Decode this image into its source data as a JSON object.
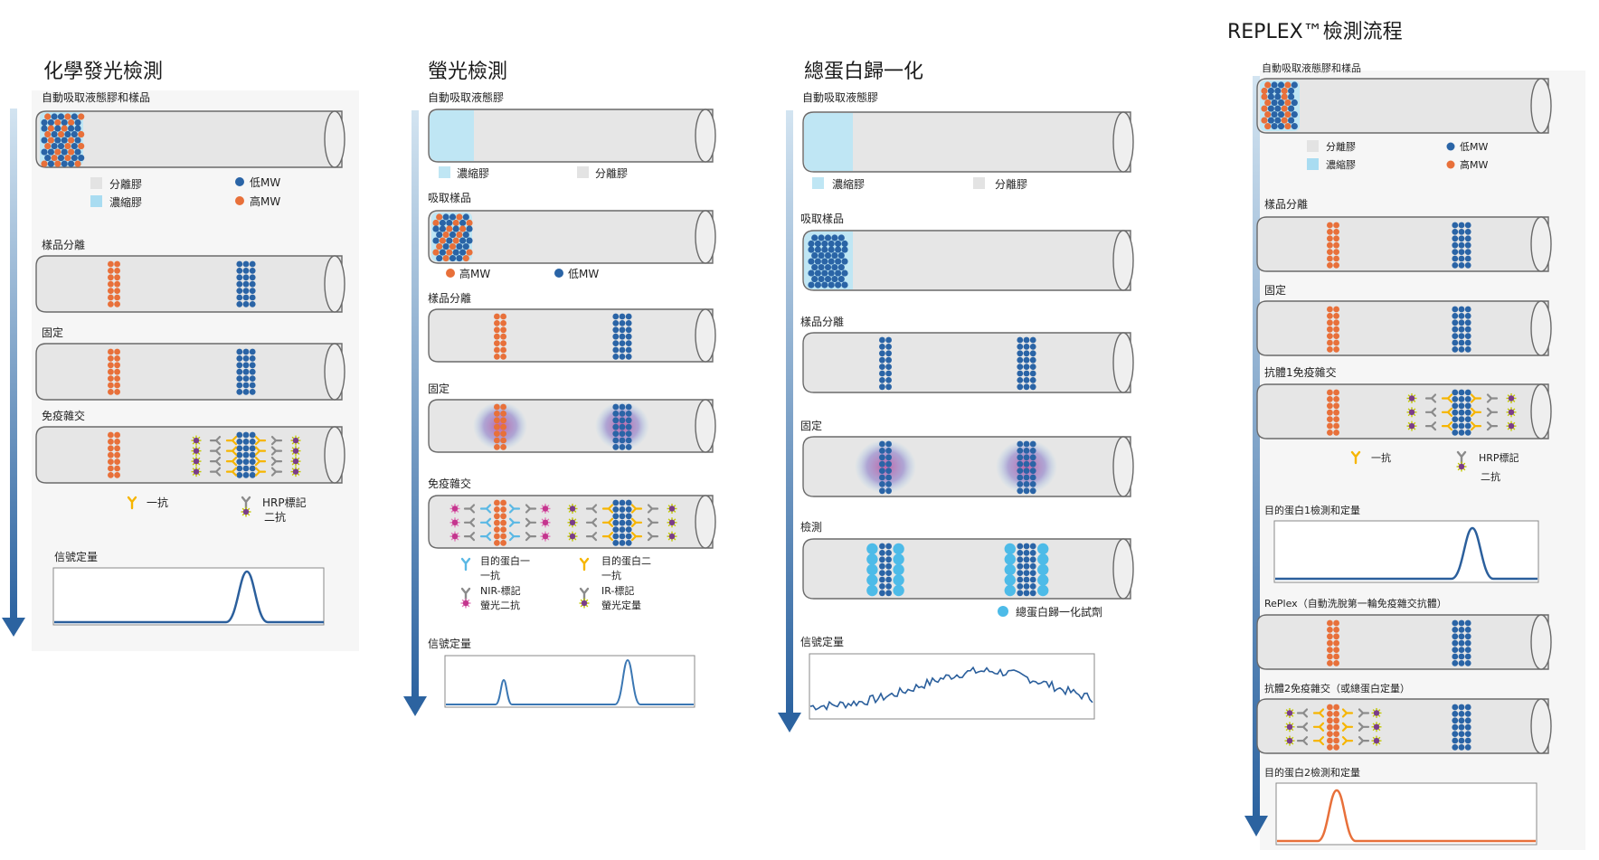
{
  "columns": [
    {
      "title": "化學發光檢測",
      "intake_label": "自動吸取液態膠和樣品",
      "legend_separation_gel": "分離膠",
      "legend_stacking_gel": "濃縮膠",
      "legend_low_mw": "低MW",
      "legend_high_mw": "高MW",
      "step_separation": "樣品分離",
      "step_immobilize": "固定",
      "step_immuno": "免疫雜交",
      "legend_primary": "一抗",
      "legend_hrp_1": "HRP標記",
      "legend_hrp_2": "二抗",
      "step_signal": "信號定量"
    },
    {
      "title": "螢光檢測",
      "intake_label": "自動吸取液態膠",
      "legend_stacking_gel": "濃縮膠",
      "legend_separation_gel": "分離膠",
      "step_sample": "吸取樣品",
      "legend_high_mw": "高MW",
      "legend_low_mw": "低MW",
      "step_separation": "樣品分離",
      "step_immobilize": "固定",
      "step_immuno": "免疫雜交",
      "legend_target1_a": "目的蛋白一",
      "legend_target1_b": "一抗",
      "legend_target2_a": "目的蛋白二",
      "legend_target2_b": "一抗",
      "legend_nir_a": "NIR-標記",
      "legend_nir_b": "螢光二抗",
      "legend_ir_a": "IR-標記",
      "legend_ir_b": "螢光定量",
      "step_signal": "信號定量"
    },
    {
      "title": "總蛋白歸一化",
      "intake_label": "自動吸取液態膠",
      "legend_stacking_gel": "濃縮膠",
      "legend_separation_gel": "分離膠",
      "step_sample": "吸取樣品",
      "step_separation": "樣品分離",
      "step_immobilize": "固定",
      "step_detect": "檢測",
      "legend_reagent": "總蛋白歸一化試劑",
      "step_signal": "信號定量"
    },
    {
      "title": "REPLEX™檢測流程",
      "intake_label": "自動吸取液態膠和樣品",
      "legend_separation_gel": "分離膠",
      "legend_low_mw": "低MW",
      "legend_stacking_gel": "濃縮膠",
      "legend_high_mw": "高MW",
      "step_separation": "樣品分離",
      "step_immobilize": "固定",
      "step_ab1": "抗體1免疫雜交",
      "legend_primary": "一抗",
      "legend_hrp_1": "HRP標記",
      "legend_hrp_2": "二抗",
      "step_target1": "目的蛋白1檢測和定量",
      "step_replex": "RePlex（自動洗脫第一輪免疫雜交抗體）",
      "step_ab2": "抗體2免疫雜交（或總蛋白定量）",
      "step_target2": "目的蛋白2檢測和定量"
    }
  ],
  "colors": {
    "orange": "#e8703a",
    "blue": "#2a64a6",
    "cyan": "#4dbbe8",
    "light_cyan": "#bfe6f4",
    "tube": "#e6e6e6",
    "tube_stroke": "#6a6a6a",
    "arrow_top": "#c6dced",
    "arrow_bottom": "#2c63a0",
    "yellow": "#f6b500",
    "gray_ab": "#8b8b8b",
    "purple": "#7a3c8a",
    "magenta": "#c4358e"
  }
}
